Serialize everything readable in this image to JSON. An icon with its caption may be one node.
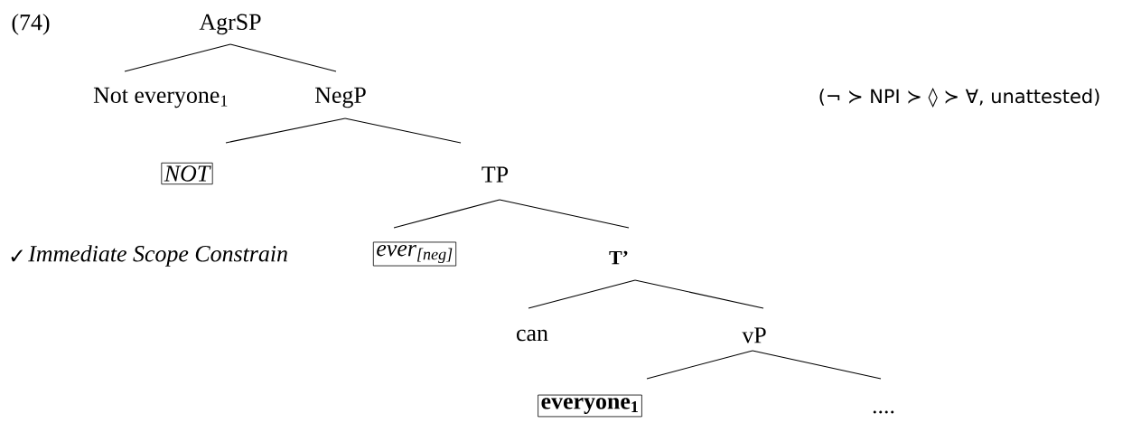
{
  "diagram": {
    "nodes": [
      {
        "text": [
          "AgrSP"
        ]
      },
      {
        "text": [
          "Not everyone$_{1}$"
        ]
      },
      {
        "text": [
          "NegP"
        ]
      },
      {
        "text": [
          "NOT"
        ]
      },
      {
        "text": [
          "TP"
        ]
      },
      {
        "text": [
          "ever$_{[neg]}$"
        ]
      },
      {
        "text": [
          "T’"
        ]
      },
      {
        "text": [
          "can"
        ]
      },
      {
        "text": [
          "vP"
        ]
      },
      {
        "text": [
          "everyone$_{1}$"
        ]
      },
      {
        "text": [
          "...."
        ]
      }
    ],
    "edges": [
      {
        "from": 0,
        "to": 1,
        "arrow": "none"
      },
      {
        "from": 0,
        "to": 2,
        "arrow": "none"
      },
      {
        "from": 2,
        "to": 3,
        "arrow": "none"
      },
      {
        "from": 2,
        "to": 4,
        "arrow": "none"
      },
      {
        "from": 4,
        "to": 5,
        "arrow": "none"
      },
      {
        "from": 4,
        "to": 6,
        "arrow": "none"
      },
      {
        "from": 6,
        "to": 7,
        "arrow": "none"
      },
      {
        "from": 6,
        "to": 8,
        "arrow": "none"
      },
      {
        "from": 8,
        "to": 9,
        "arrow": "none"
      },
      {
        "from": 8,
        "to": 10,
        "arrow": "none"
      }
    ],
    "labels": [
      "(74)",
      "(¬ ≻ NPI ≻ ◊ ≻ ∀, unattested)",
      "✓",
      "Immediate Scope Constrain"
    ]
  }
}
